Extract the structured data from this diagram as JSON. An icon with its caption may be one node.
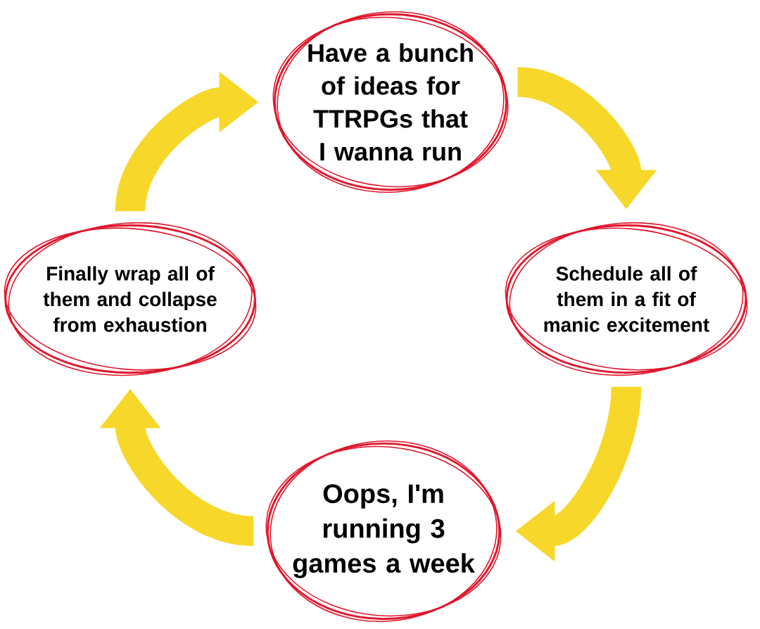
{
  "diagram": {
    "nodes": [
      {
        "text": [
          "Have a bunch of ideas for TTRPGs that I wanna run"
        ]
      },
      {
        "text": [
          "Schedule all of them in a fit of manic excitement"
        ]
      },
      {
        "text": [
          "Oops, I'm running 3 games a week"
        ]
      },
      {
        "text": [
          "Finally wrap all of them and collapse from exhaustion"
        ]
      }
    ],
    "edges": [
      {
        "from": 0,
        "to": 1,
        "arrow": "to"
      },
      {
        "from": 1,
        "to": 2,
        "arrow": "to"
      },
      {
        "from": 2,
        "to": 3,
        "arrow": "to"
      },
      {
        "from": 3,
        "to": 0,
        "arrow": "to"
      }
    ]
  }
}
